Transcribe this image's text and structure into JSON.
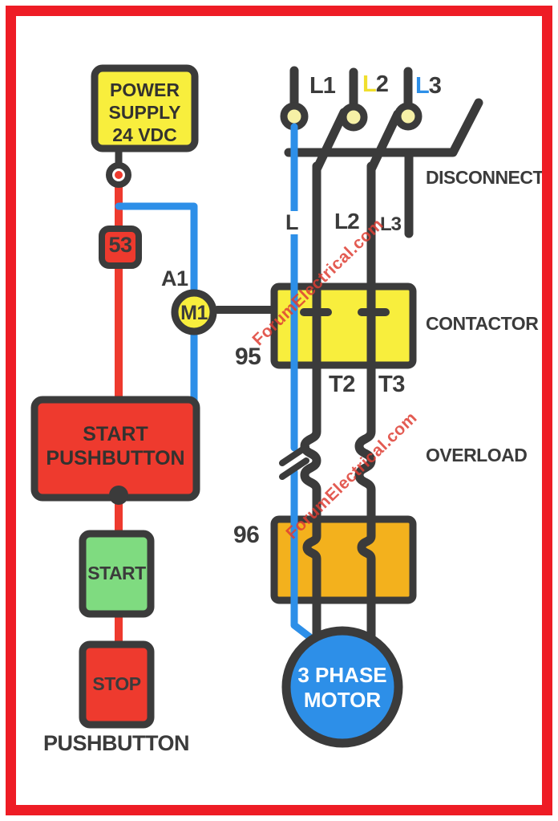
{
  "title": "Start Stop Motor Control Circuit Diagram",
  "colors": {
    "dark": "#3b3b3b",
    "frame_red": "#ee1c25",
    "wire_red": "#ee3a2e",
    "wire_blue": "#2d8fe8",
    "component_yellow": "#f8ee3d",
    "overload_orange": "#f3b11d",
    "start_green": "#7fdb80",
    "node_inner_yellow": "#f6f0a6",
    "motor_blue": "#2d8fe8",
    "watermark_red": "#de3e34"
  },
  "watermark": {
    "text": "ForumElectrical.com"
  },
  "power_supply": {
    "line1": "POWER",
    "line2": "SUPPLY",
    "line3": "24 VDC"
  },
  "control": {
    "terminal_53": "53",
    "coil_terminal": "A1",
    "coil": "M1",
    "contact_95": "95",
    "start_pb_line1": "START",
    "start_pb_line2": "PUSHBUTTON",
    "start_btn": "START",
    "stop_btn": "STOP",
    "footer": "PUSHBUTTON"
  },
  "power": {
    "l1": {
      "prefix": "L",
      "num": "1"
    },
    "l2": {
      "prefix": "L",
      "num": "2"
    },
    "l3": {
      "prefix": "L",
      "num": "3"
    },
    "disconnect": "DISCONNECT",
    "mid_l": "L",
    "mid_l2": "L2",
    "mid_l3": "L3",
    "contactor": "CONTACTOR",
    "t2": "T2",
    "t3": "T3",
    "overload": "OVERLOAD",
    "terminal_96": "96",
    "motor_line1": "3 PHASE",
    "motor_line2": "MOTOR"
  }
}
